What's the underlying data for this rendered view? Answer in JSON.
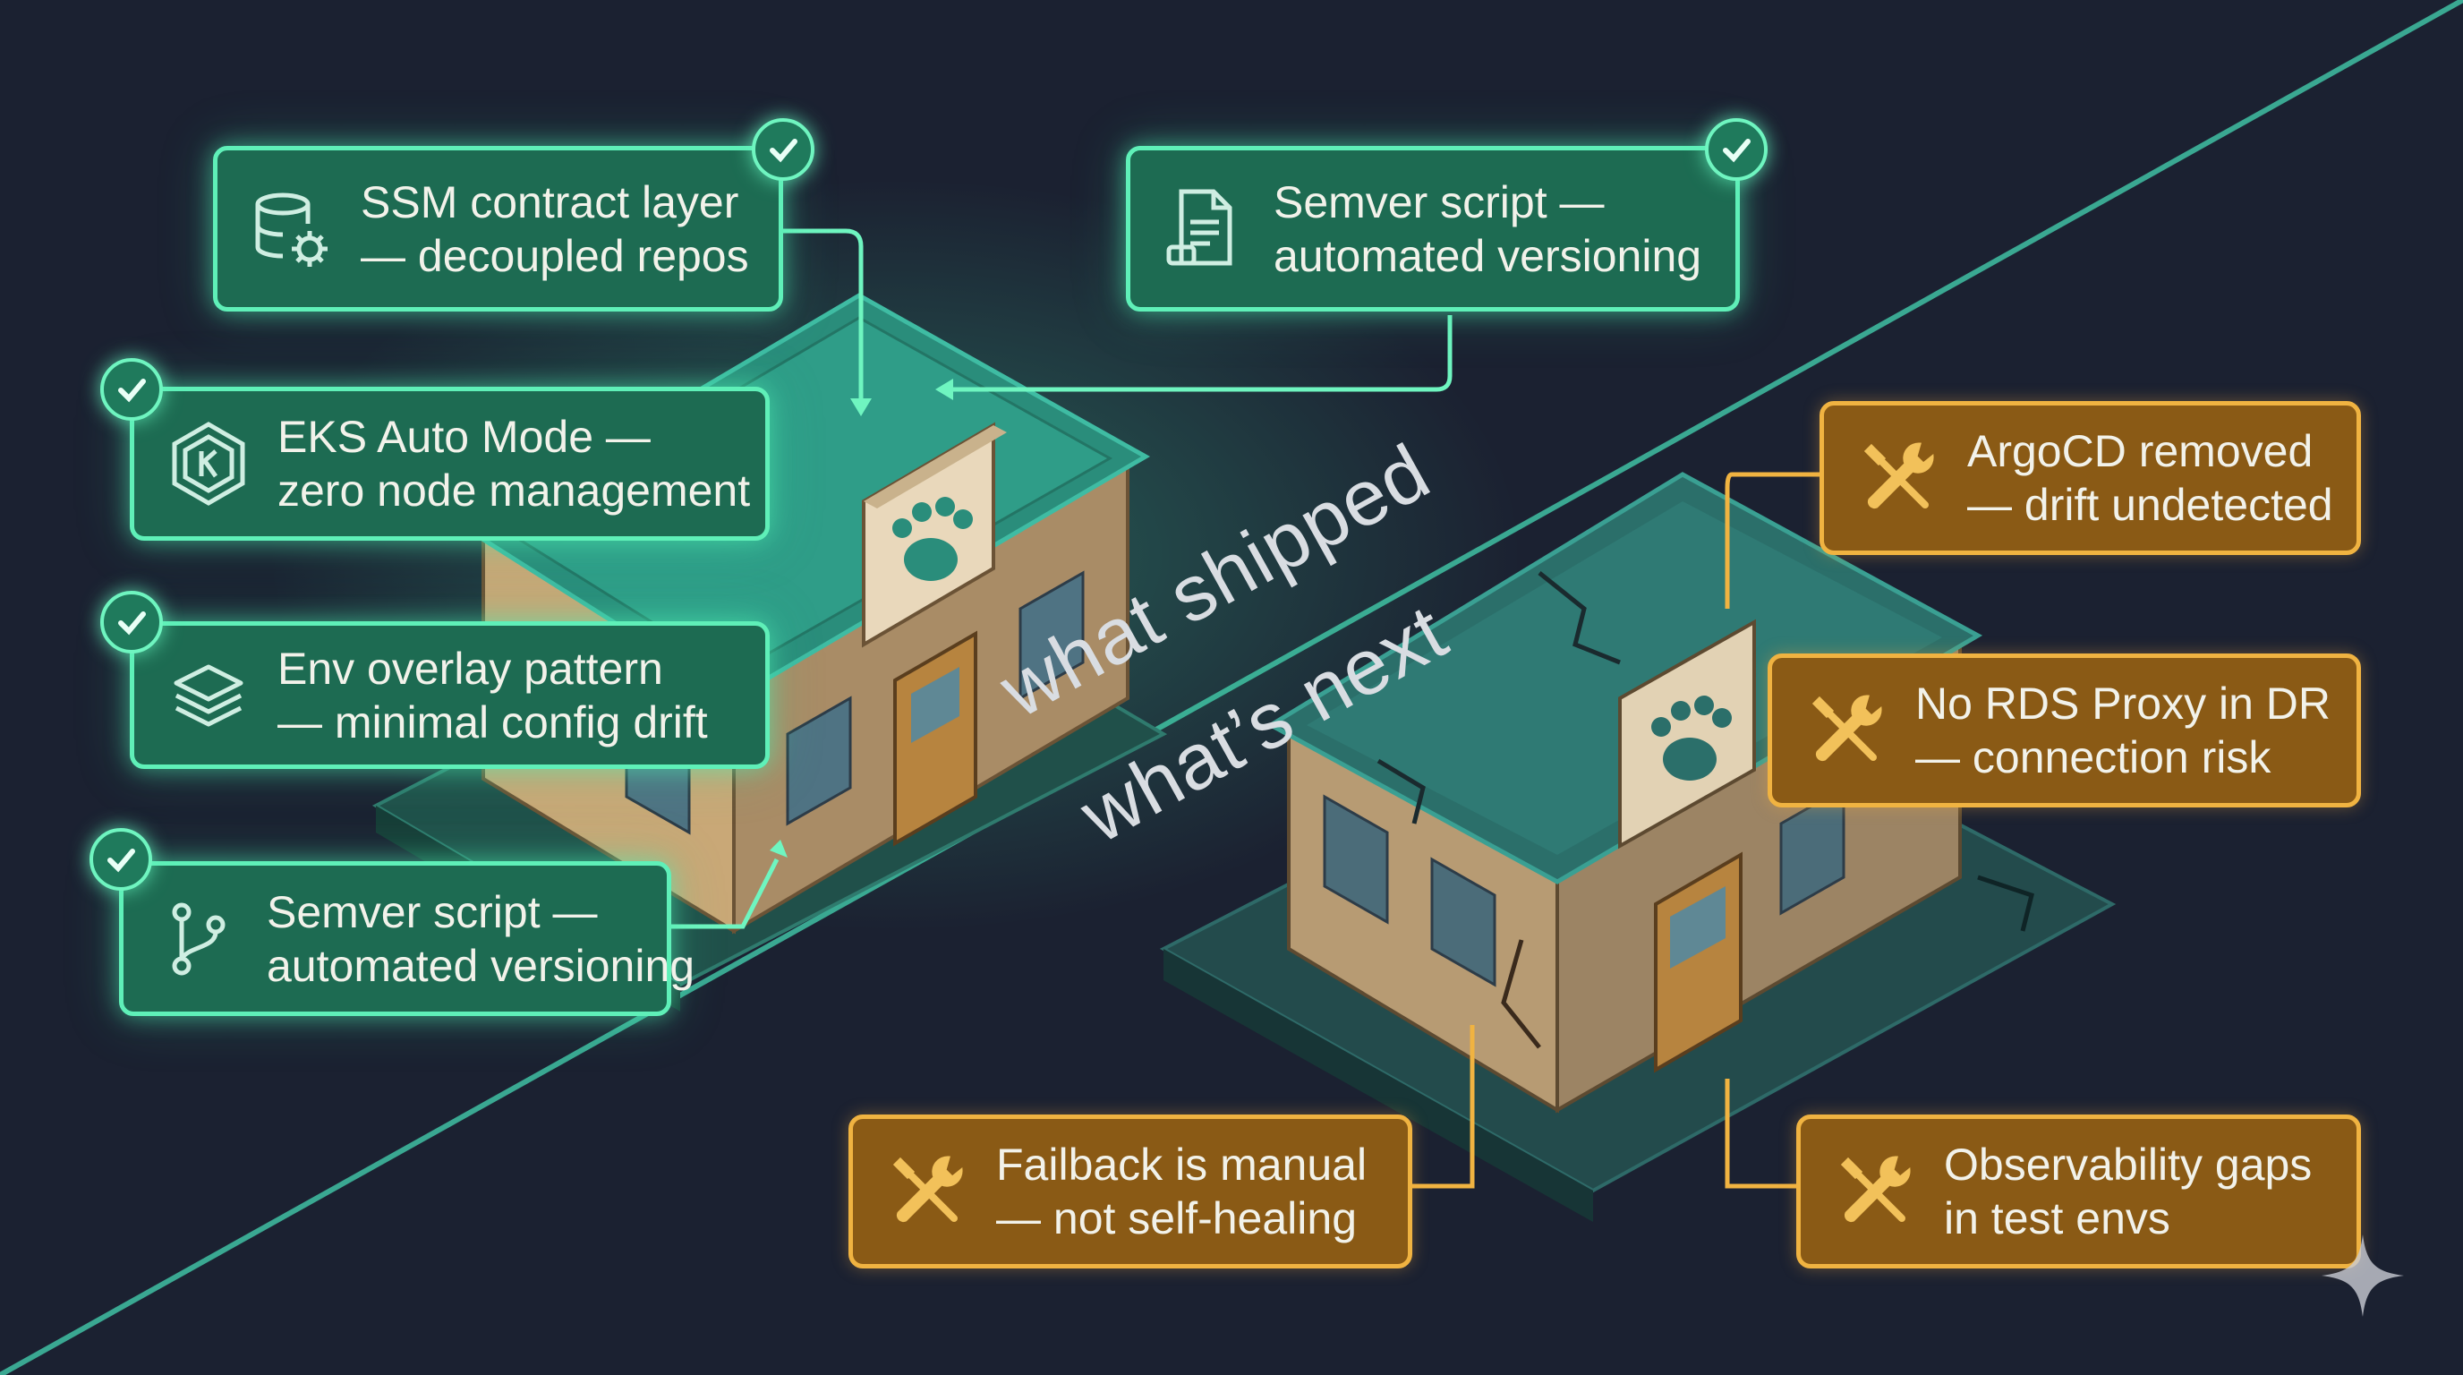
{
  "sections": {
    "shipped_label": "what shipped",
    "next_label": "what’s next"
  },
  "shipped_items": [
    {
      "line1": "SSM contract layer",
      "line2": "— decoupled repos",
      "icon": "database-gear-icon"
    },
    {
      "line1": "Semver script —",
      "line2": "automated versioning",
      "icon": "document-icon"
    },
    {
      "line1": "EKS Auto Mode —",
      "line2": "zero node management",
      "icon": "kubernetes-icon"
    },
    {
      "line1": "Env overlay pattern",
      "line2": "— minimal config drift",
      "icon": "layers-icon"
    },
    {
      "line1": "Semver script —",
      "line2": "automated versioning",
      "icon": "git-branch-icon"
    }
  ],
  "next_items": [
    {
      "line1": "ArgoCD removed",
      "line2": "— drift undetected",
      "icon": "tools-icon"
    },
    {
      "line1": "No RDS Proxy in DR",
      "line2": "— connection risk",
      "icon": "tools-icon"
    },
    {
      "line1": "Failback is manual",
      "line2": "— not self-healing",
      "icon": "tools-icon"
    },
    {
      "line1": "Observability gaps",
      "line2": "in test envs",
      "icon": "tools-icon"
    }
  ],
  "colors": {
    "background": "#1b2131",
    "shipped_accent": "#5ff0b8",
    "shipped_fill": "#1d6b52",
    "next_accent": "#f0b341",
    "next_fill": "#8a5a15"
  }
}
